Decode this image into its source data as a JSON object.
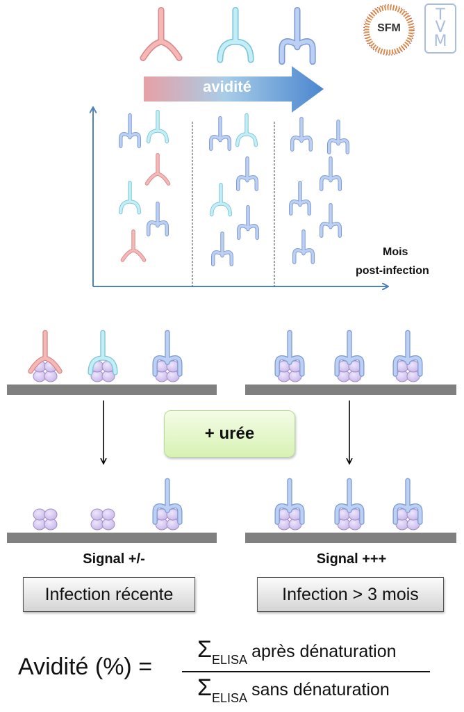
{
  "logos": {
    "sfm": "SFM",
    "tvm_letters": [
      "T",
      "V",
      "M"
    ]
  },
  "header": {
    "antibody_legend": [
      {
        "type": "low-avidity",
        "color": "#f4a6a6"
      },
      {
        "type": "medium-avidity",
        "color": "#aee6f2"
      },
      {
        "type": "high-avidity",
        "color": "#b3c8ef"
      }
    ],
    "avidity_arrow_label": "avidité",
    "arrow_gradient": [
      "#e7a0a6",
      "#a8cde7",
      "#4a86cf"
    ]
  },
  "timeline": {
    "x_axis_label_line1": "Mois",
    "x_axis_label_line2": "post-infection",
    "periods": [
      {
        "antibodies": [
          "high",
          "medium",
          "low",
          "medium",
          "high",
          "low"
        ]
      },
      {
        "antibodies": [
          "high",
          "medium",
          "high",
          "medium",
          "high",
          "high"
        ]
      },
      {
        "antibodies": [
          "high",
          "high",
          "high",
          "high",
          "high",
          "high"
        ]
      }
    ]
  },
  "assay": {
    "before_left": [
      "low",
      "medium",
      "high"
    ],
    "before_right": [
      "high",
      "high",
      "high"
    ],
    "treatment_label": "+ urée",
    "after_left": [
      "none",
      "none",
      "high"
    ],
    "after_right": [
      "high",
      "high",
      "high"
    ],
    "signal_left": "Signal +/-",
    "signal_right": "Signal +++",
    "result_left": "Infection récente",
    "result_right": "Infection > 3 mois"
  },
  "formula": {
    "lhs": "Avidité (%) =",
    "sigma": "Σ",
    "subscript": "ELISA",
    "numerator_text": "après dénaturation",
    "denominator_text": "sans dénaturation"
  },
  "colors": {
    "low": {
      "fill": "#f6b7b7",
      "stroke": "#d98a8a"
    },
    "medium": {
      "fill": "#c3eef7",
      "stroke": "#7cc6d8"
    },
    "high": {
      "fill": "#bcd0f3",
      "stroke": "#7d9bd4"
    },
    "antigen": {
      "fill": "#d9ccf0",
      "stroke": "#a08cc8"
    },
    "plate": "#808080",
    "axis": "#4f81bd"
  }
}
